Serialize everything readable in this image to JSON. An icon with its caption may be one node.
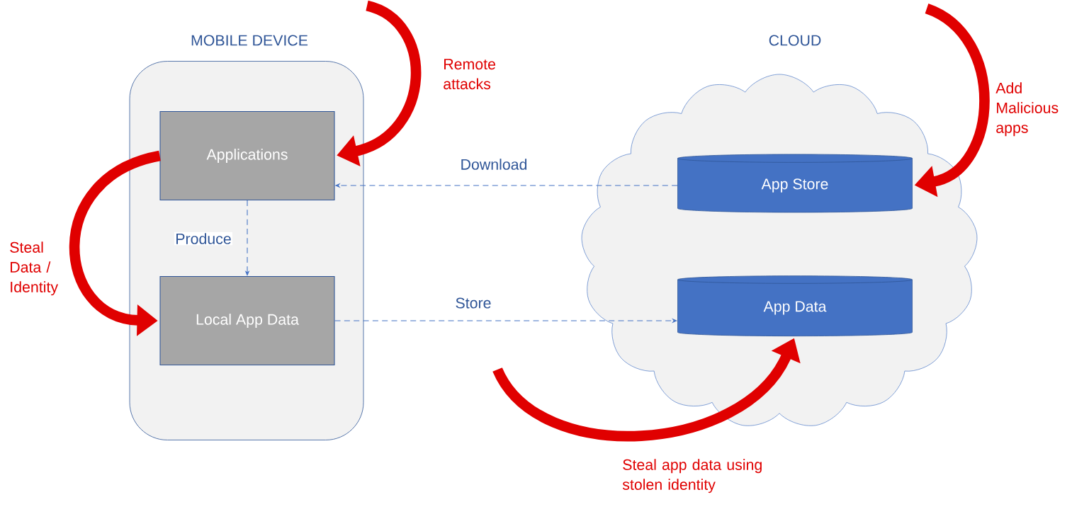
{
  "diagram": {
    "nodes": [
      {
        "text": [
          "MOBILE DEVICE"
        ]
      },
      {
        "text": [
          "Applications"
        ],
        "in": 0
      },
      {
        "text": [
          "Local App Data"
        ],
        "in": 0
      },
      {
        "text": [
          "CLOUD"
        ]
      },
      {
        "text": [
          "App Store"
        ],
        "in": 3
      },
      {
        "text": [
          "App Data"
        ],
        "in": 3
      }
    ],
    "edges": [
      {
        "from": null,
        "to": 1,
        "arrow": "to",
        "label": "Remote attacks"
      },
      {
        "from": 1,
        "to": 2,
        "arrow": "to",
        "label": "Steal Data / Identity"
      },
      {
        "from": 1,
        "to": 2,
        "arrow": "to",
        "label": "Produce",
        "style": "dashed",
        "color": "#4472c4"
      },
      {
        "from": 4,
        "to": 1,
        "arrow": "to",
        "label": "Download",
        "style": "dashed",
        "color": "#4472c4"
      },
      {
        "from": 2,
        "to": 5,
        "arrow": "to",
        "label": "Store",
        "style": "dashed",
        "color": "#4472c4"
      },
      {
        "from": null,
        "to": 4,
        "arrow": "to",
        "label": "Add Malicious apps"
      },
      {
        "from": null,
        "to": 5,
        "arrow": "to",
        "label": "Steal app data using stolen identity"
      }
    ]
  }
}
